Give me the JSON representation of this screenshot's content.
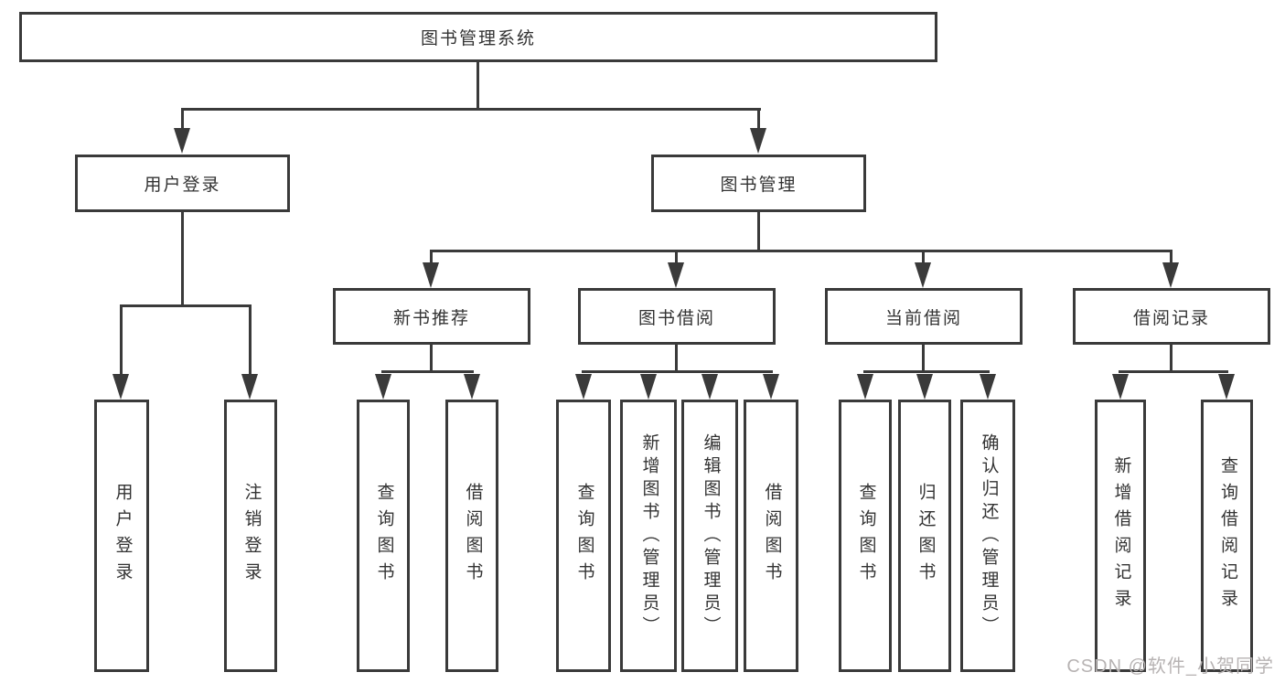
{
  "tree": {
    "root": {
      "label": "图书管理系统"
    },
    "branches": [
      {
        "label": "用户登录",
        "children": [
          {
            "label": "用户登录"
          },
          {
            "label": "注销登录"
          }
        ]
      },
      {
        "label": "图书管理",
        "children": [
          {
            "label": "新书推荐",
            "children": [
              {
                "label": "查询图书"
              },
              {
                "label": "借阅图书"
              }
            ]
          },
          {
            "label": "图书借阅",
            "children": [
              {
                "label": "查询图书"
              },
              {
                "label": "新增图书（管理员）"
              },
              {
                "label": "编辑图书（管理员）"
              },
              {
                "label": "借阅图书"
              }
            ]
          },
          {
            "label": "当前借阅",
            "children": [
              {
                "label": "查询图书"
              },
              {
                "label": "归还图书"
              },
              {
                "label": "确认归还（管理员）"
              }
            ]
          },
          {
            "label": "借阅记录",
            "children": [
              {
                "label": "新增借阅记录"
              },
              {
                "label": "查询借阅记录"
              }
            ]
          }
        ]
      }
    ]
  },
  "watermark": {
    "text": "CSDN @软件_小贺同学"
  },
  "colors": {
    "line": "#3a3a3a",
    "text": "#333333",
    "background": "#ffffff",
    "watermark": "#b7b3b3"
  }
}
